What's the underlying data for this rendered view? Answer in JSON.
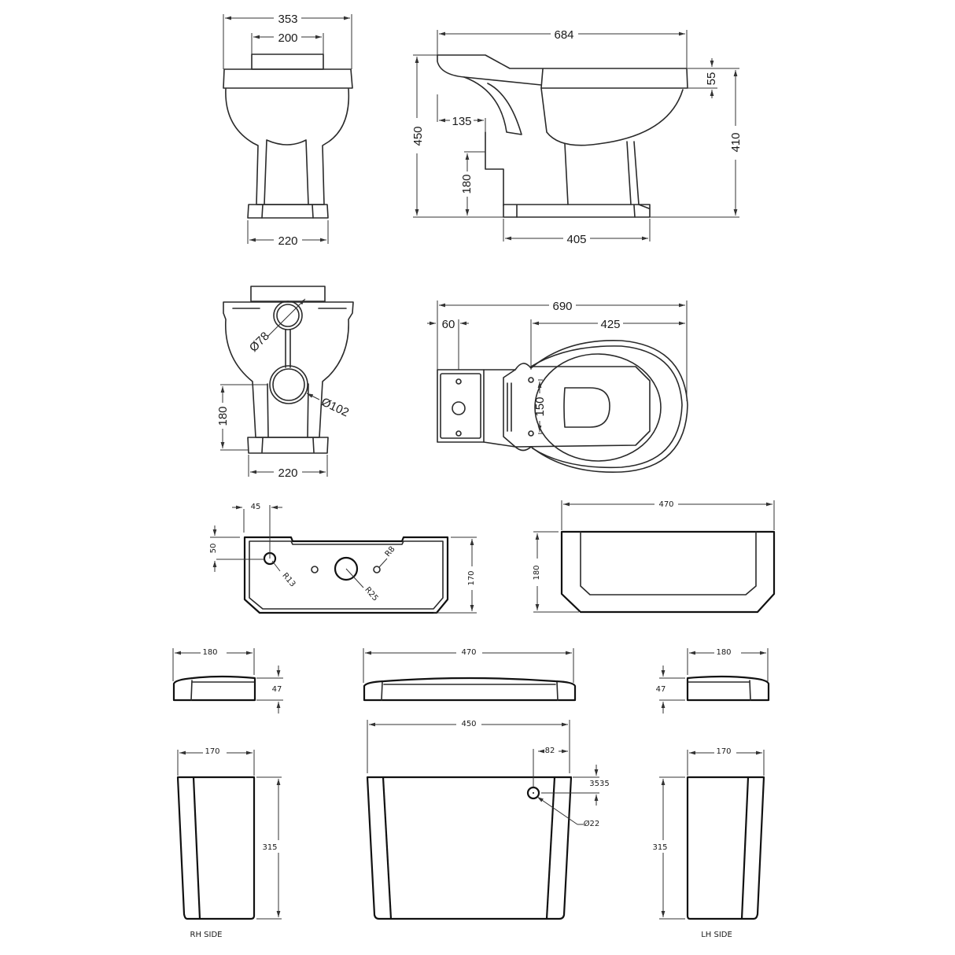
{
  "views": {
    "front_elevation": {
      "overall_width": "353",
      "cistern_width": "200",
      "base_width": "220"
    },
    "side_elevation": {
      "overall_length": "684",
      "overall_height": "450",
      "rim_height": "410",
      "rim_thickness": "55",
      "outlet_offset": "135",
      "outlet_height": "180",
      "base_length": "405"
    },
    "rear_elevation": {
      "inlet_diameter": "Ø78",
      "outlet_diameter": "Ø102",
      "outlet_height": "180",
      "base_width": "220"
    },
    "plan_view": {
      "overall_length": "690",
      "cistern_offset": "60",
      "fixing_to_front": "425",
      "fixing_centres": "150"
    },
    "cistern_base_plan": {
      "inlet_offset_x": "45",
      "inlet_offset_y": "50",
      "depth": "170",
      "inlet_radius": "R13",
      "outlet_radius": "R25",
      "fixing_radius": "R8"
    },
    "cistern_top_plan": {
      "width": "470",
      "depth": "180"
    },
    "lid_rh_side": {
      "depth": "180",
      "height": "47"
    },
    "lid_front": {
      "width": "470"
    },
    "lid_lh_side": {
      "depth": "180",
      "height": "47"
    },
    "cistern_rh_side": {
      "depth": "170",
      "height": "315",
      "caption": "RH SIDE"
    },
    "cistern_front": {
      "width": "450",
      "lever_offset": "82",
      "lever_height": "3535",
      "lever_diameter": "Ø22"
    },
    "cistern_lh_side": {
      "depth": "170",
      "height": "315",
      "caption": "LH SIDE"
    }
  }
}
